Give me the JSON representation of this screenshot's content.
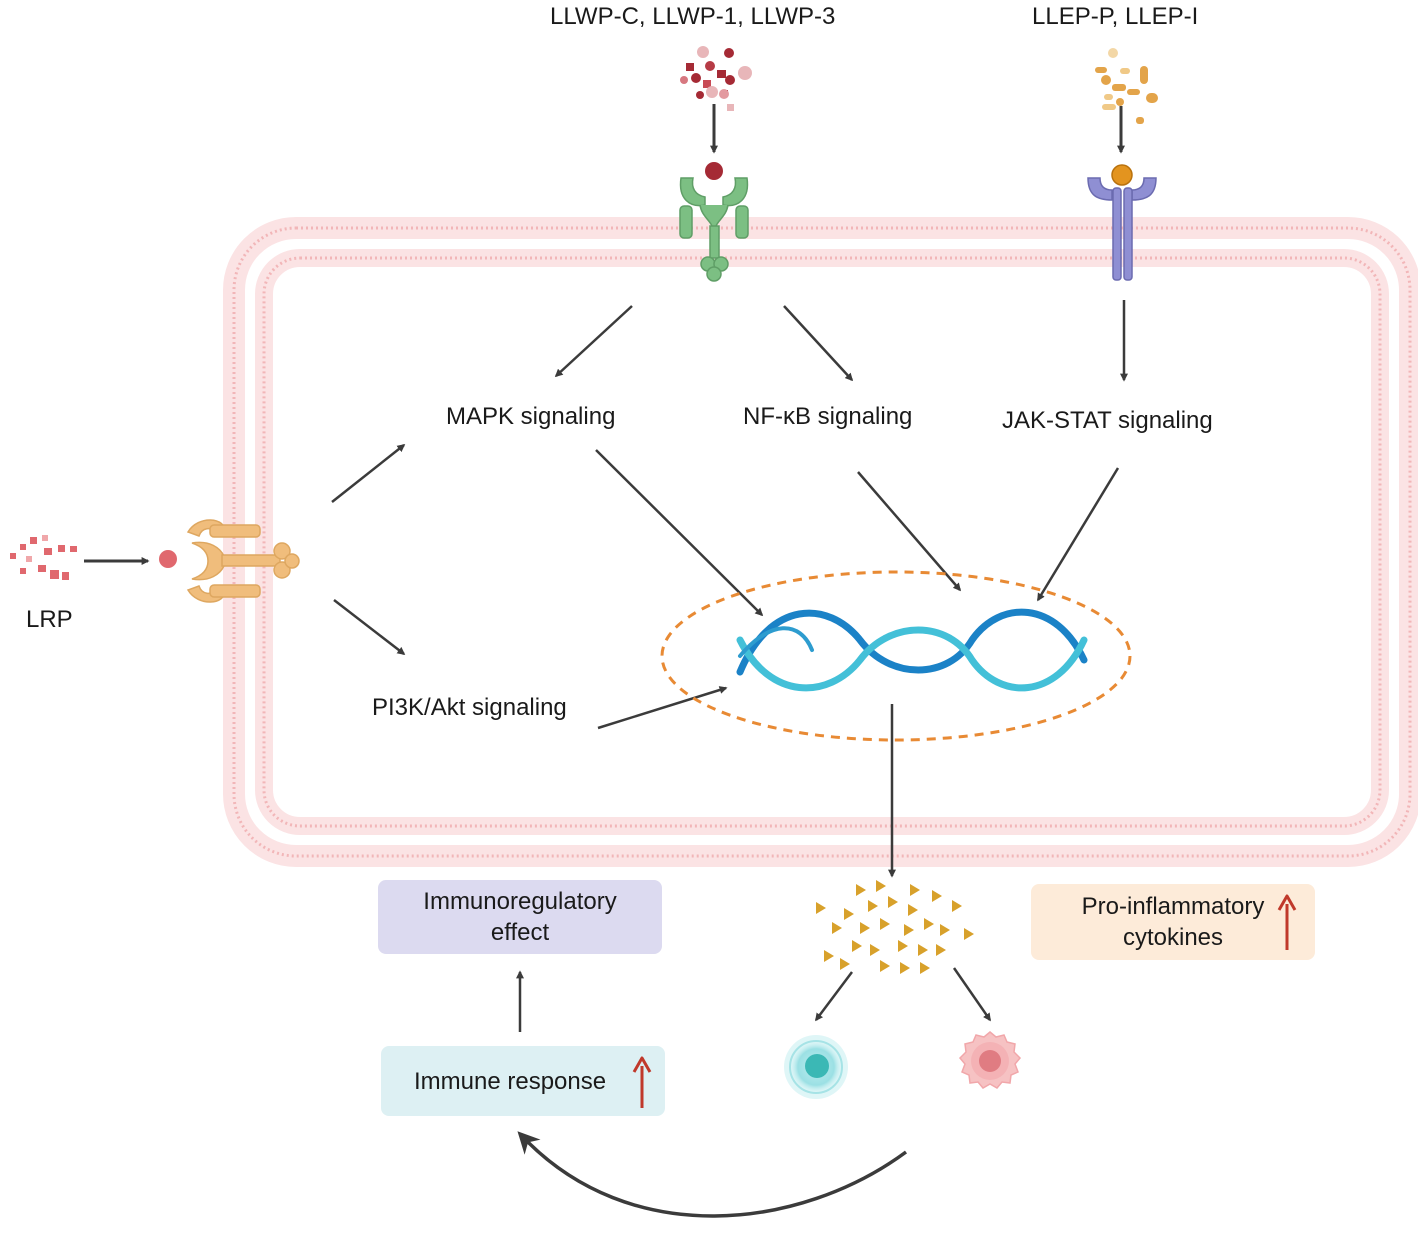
{
  "labels": {
    "llwp_ligands": "LLWP-C, LLWP-1, LLWP-3",
    "llep_ligands": "LLEP-P, LLEP-I",
    "lrp": "LRP",
    "mapk": "MAPK signaling",
    "nfkb": "NF-κB signaling",
    "jakstat": "JAK-STAT signaling",
    "pi3k": "PI3K/Akt signaling"
  },
  "boxes": {
    "immunoregulatory_line1": "Immunoregulatory",
    "immunoregulatory_line2": "effect",
    "proinflammatory_line1": "Pro-inflammatory",
    "proinflammatory_line2": "cytokines",
    "immune_response": "Immune response"
  },
  "icons": {
    "receptor_llwp": "green-receptor-icon",
    "receptor_llep": "purple-receptor-icon",
    "receptor_lrp": "orange-receptor-icon",
    "dna": "dna-helix-icon",
    "nucleus": "nucleus-outline-icon",
    "cytokines": "cytokine-particles-icon",
    "cell_cyan": "immune-cell-icon",
    "cell_pink": "immune-cell-icon",
    "up_arrow": "up-arrow-icon"
  },
  "colors": {
    "membrane": "#f2b6b8",
    "llwp_particles": "#a52a35",
    "llep_particles": "#e3a44a",
    "lrp_particles": "#e0686e",
    "receptor_green": "#7cbf83",
    "receptor_purple": "#8f8fd3",
    "receptor_orange": "#f0bd7c",
    "nucleus_dash": "#e88a34",
    "dna_dark": "#1b82c7",
    "dna_light": "#43c0d8",
    "cytokine": "#d8a12b",
    "box_purple": "#dcdaf0",
    "box_peach": "#fdebd9",
    "box_cyan": "#ddf0f3",
    "up_arrow": "#c0392b",
    "arrow": "#3b3b3b"
  }
}
